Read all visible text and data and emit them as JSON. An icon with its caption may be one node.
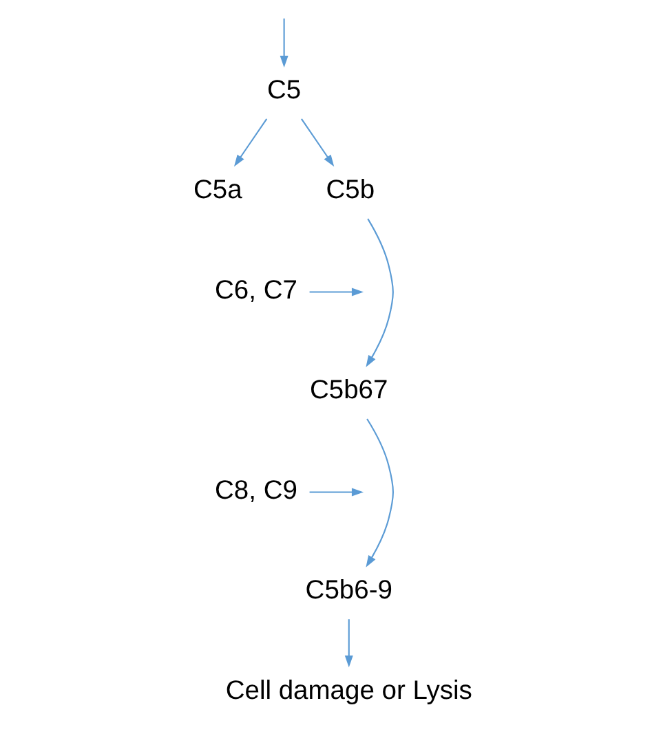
{
  "diagram": {
    "nodes": [
      {
        "text": [
          "C5"
        ]
      },
      {
        "text": [
          "C5a"
        ]
      },
      {
        "text": [
          "C5b"
        ]
      },
      {
        "text": [
          "C6, C7"
        ]
      },
      {
        "text": [
          "C5b67"
        ]
      },
      {
        "text": [
          "C8, C9"
        ]
      },
      {
        "text": [
          "C5b6-9"
        ]
      },
      {
        "text": [
          "Cell damage or Lysis"
        ]
      }
    ],
    "edges": [
      {
        "from": null,
        "to": 0,
        "arrow": "to"
      },
      {
        "from": 0,
        "to": 1,
        "arrow": "to"
      },
      {
        "from": 0,
        "to": 2,
        "arrow": "to"
      },
      {
        "from": 2,
        "to": 4,
        "arrow": "to"
      },
      {
        "from": 3,
        "to": null,
        "arrow": "to"
      },
      {
        "from": 4,
        "to": 6,
        "arrow": "to"
      },
      {
        "from": 5,
        "to": null,
        "arrow": "to"
      },
      {
        "from": 6,
        "to": 7,
        "arrow": "to"
      }
    ]
  }
}
